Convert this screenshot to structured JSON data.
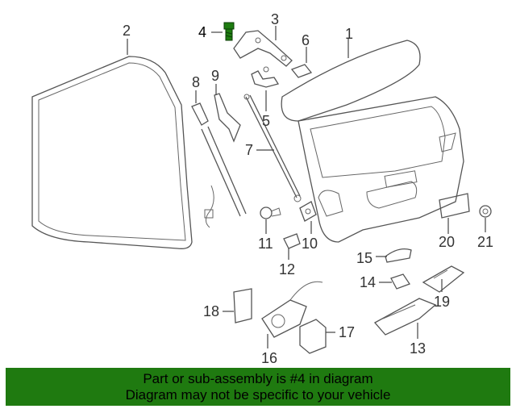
{
  "highlight_color": "#1e7c10",
  "callouts": {
    "p1": "1",
    "p2": "2",
    "p3": "3",
    "p4": "4",
    "p5": "5",
    "p6": "6",
    "p7": "7",
    "p8": "8",
    "p9": "9",
    "p10": "10",
    "p11": "11",
    "p12": "12",
    "p13": "13",
    "p14": "14",
    "p15": "15",
    "p16": "16",
    "p17": "17",
    "p18": "18",
    "p19": "19",
    "p20": "20",
    "p21": "21"
  },
  "banner": {
    "line1": "Part or sub-assembly is #4 in diagram",
    "line2": "Diagram may not be specific to your vehicle"
  }
}
